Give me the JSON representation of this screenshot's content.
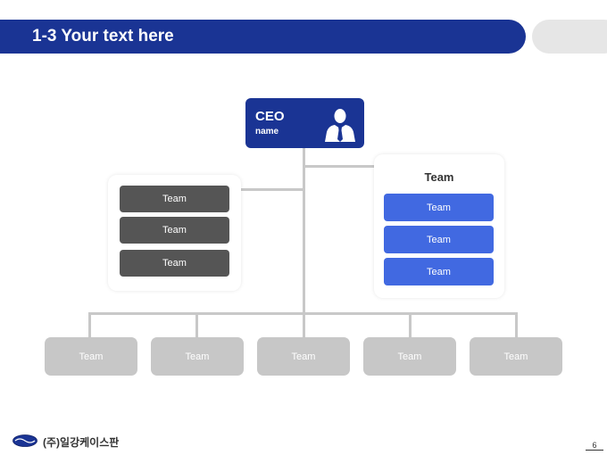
{
  "header": {
    "title": "1-3 Your text here"
  },
  "ceo": {
    "title": "CEO",
    "name": "name",
    "icon": "businessman-icon"
  },
  "left_group": {
    "teams": [
      "Team",
      "Team",
      "Team"
    ]
  },
  "right_group": {
    "heading": "Team",
    "teams": [
      "Team",
      "Team",
      "Team"
    ]
  },
  "bottom_teams": [
    "Team",
    "Team",
    "Team",
    "Team",
    "Team"
  ],
  "footer": {
    "company": "(주)일강케이스판",
    "page": "6",
    "logo_icon": "company-logo-icon"
  },
  "colors": {
    "primary": "#1a3494",
    "accent": "#4169e1",
    "dark_box": "#555555",
    "light_box": "#c7c7c7",
    "line": "#c8c8c8"
  }
}
